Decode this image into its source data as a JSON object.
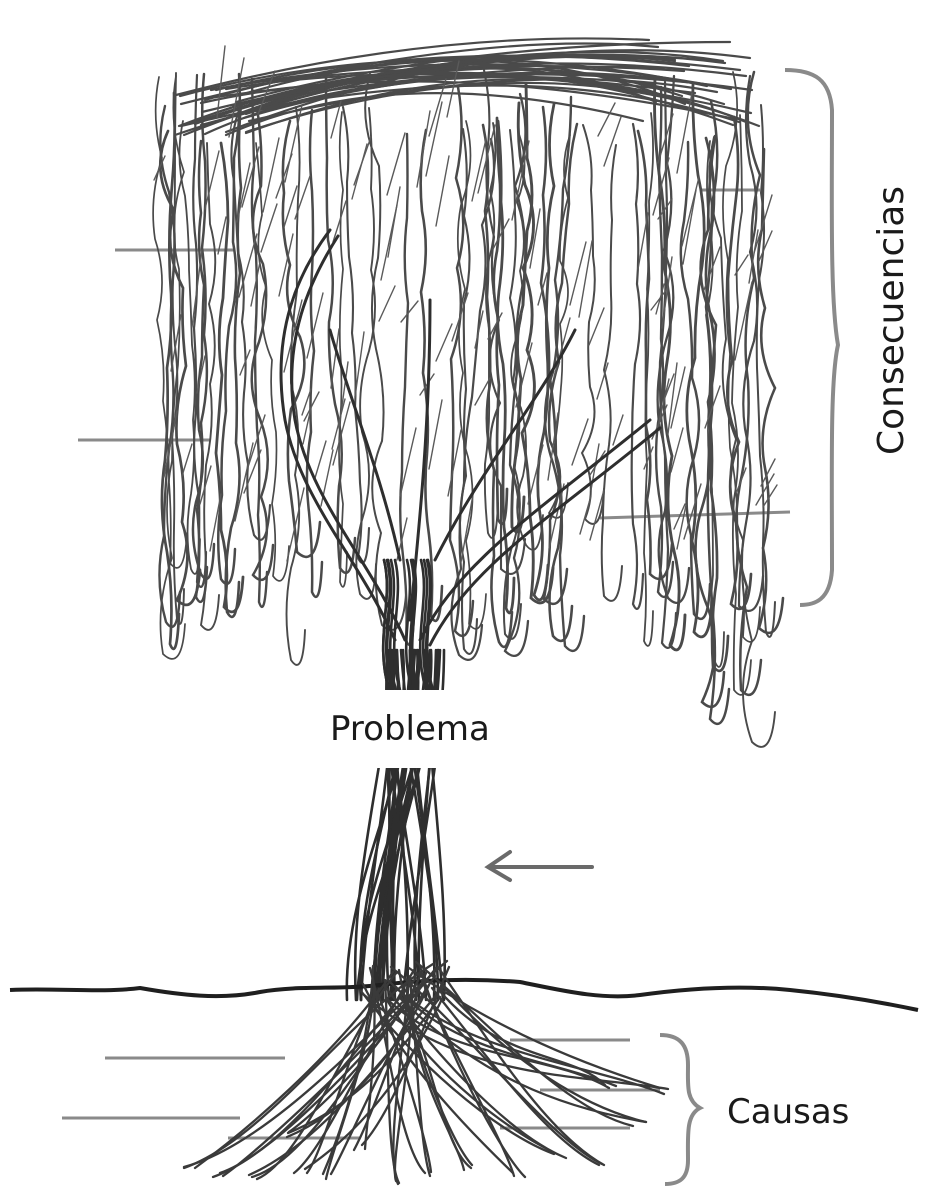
{
  "labels": {
    "problem": "Problema",
    "consequences": "Consecuencias",
    "causes": "Causas"
  },
  "colors": {
    "background": "#ffffff",
    "ink": "#4a4a4a",
    "dark_ink": "#2e2e2e",
    "guide_line": "#8a8a8a",
    "text": "#1a1a1a"
  }
}
